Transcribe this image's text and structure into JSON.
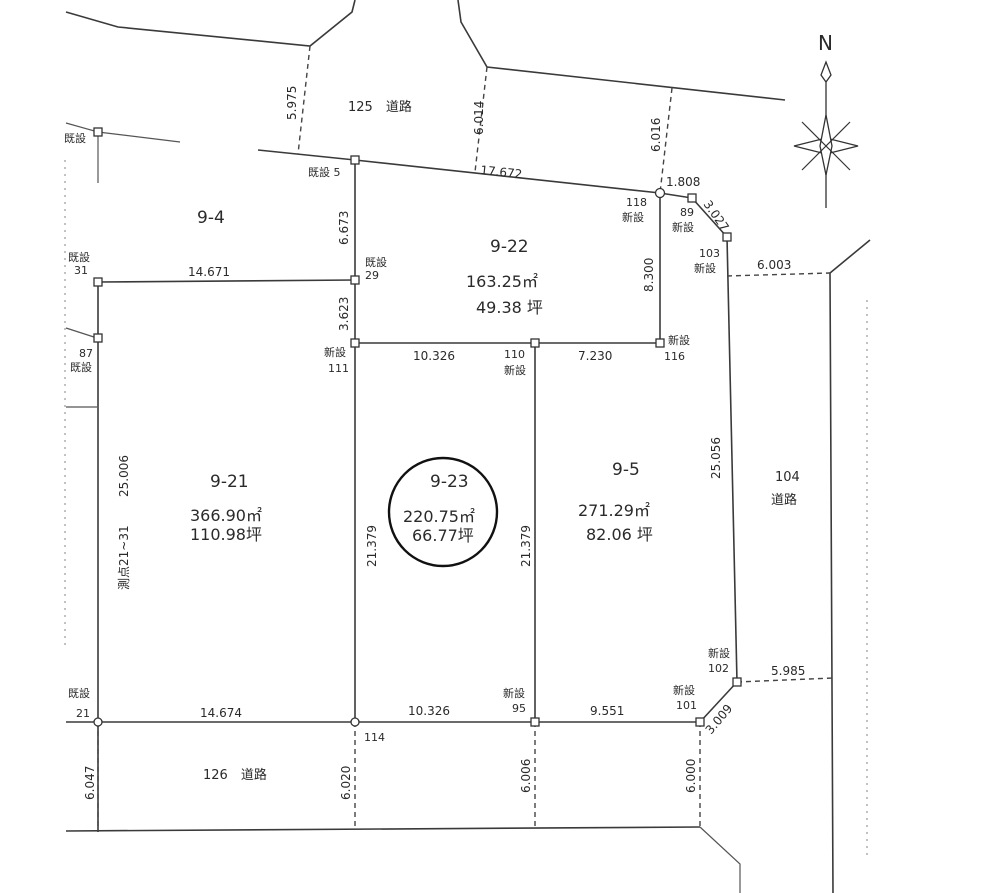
{
  "compass": {
    "label": "N"
  },
  "lots": [
    {
      "id": "9-4",
      "label": "9-4",
      "area_m2": "",
      "area_tsubo": ""
    },
    {
      "id": "9-21",
      "label": "9-21",
      "area_m2": "366.90㎡",
      "area_tsubo": "110.98坪"
    },
    {
      "id": "9-22",
      "label": "9-22",
      "area_m2": "163.25㎡",
      "area_tsubo": "49.38 坪"
    },
    {
      "id": "9-23",
      "label": "9-23",
      "area_m2": "220.75㎡",
      "area_tsubo": "66.77坪",
      "highlighted": true
    },
    {
      "id": "9-5",
      "label": "9-5",
      "area_m2": "271.29㎡",
      "area_tsubo": "82.06 坪"
    }
  ],
  "roads": [
    {
      "id": "125",
      "label": "125　道路"
    },
    {
      "id": "104",
      "number": "104",
      "name": "道路"
    },
    {
      "id": "126",
      "label": "126　道路"
    }
  ],
  "survey_points": [
    {
      "id": "kisetsu-top",
      "label": "既設"
    },
    {
      "id": "p5",
      "label": "既設 5"
    },
    {
      "id": "p31",
      "status": "既設",
      "number": "31"
    },
    {
      "id": "p29",
      "status": "既設",
      "number": "29"
    },
    {
      "id": "p87",
      "number": "87",
      "status": "既設"
    },
    {
      "id": "p111",
      "status": "新設",
      "number": "111"
    },
    {
      "id": "p110",
      "number": "110",
      "status": "新設"
    },
    {
      "id": "p116",
      "status": "新設",
      "number": "116"
    },
    {
      "id": "p118",
      "number": "118",
      "status": "新設"
    },
    {
      "id": "p89",
      "number": "89",
      "status": "新設"
    },
    {
      "id": "p103",
      "number": "103",
      "status": "新設"
    },
    {
      "id": "p102",
      "status": "新設",
      "number": "102"
    },
    {
      "id": "p101",
      "status": "新設",
      "number": "101"
    },
    {
      "id": "p95",
      "status": "新設",
      "number": "95"
    },
    {
      "id": "p21",
      "status": "既設",
      "number": "21"
    },
    {
      "id": "p114",
      "number": "114"
    }
  ],
  "dimensions": {
    "road125_left": "5.975",
    "road125_mid": "6.014",
    "road125_right": "6.016",
    "north_edge": "17.672",
    "p118_p89": "1.808",
    "p89_p103": "3.027",
    "p5_p29": "6.673",
    "p29_p111": "3.623",
    "p31_p29": "14.671",
    "p111_p110": "10.326",
    "p110_p116": "7.230",
    "p118_p116": "8.300",
    "p103_road": "6.003",
    "east_edge": "25.056",
    "west_edge": "25.006",
    "west_note": "測点21~31",
    "lot23_left": "21.379",
    "lot23_right": "21.379",
    "p102_road": "5.985",
    "p101_p102": "3.009",
    "p21_p114": "14.674",
    "p114_p95": "10.326",
    "p95_p101": "9.551",
    "road126_left": "6.047",
    "road126_p114": "6.020",
    "road126_p95": "6.006",
    "road126_p101": "6.000"
  }
}
